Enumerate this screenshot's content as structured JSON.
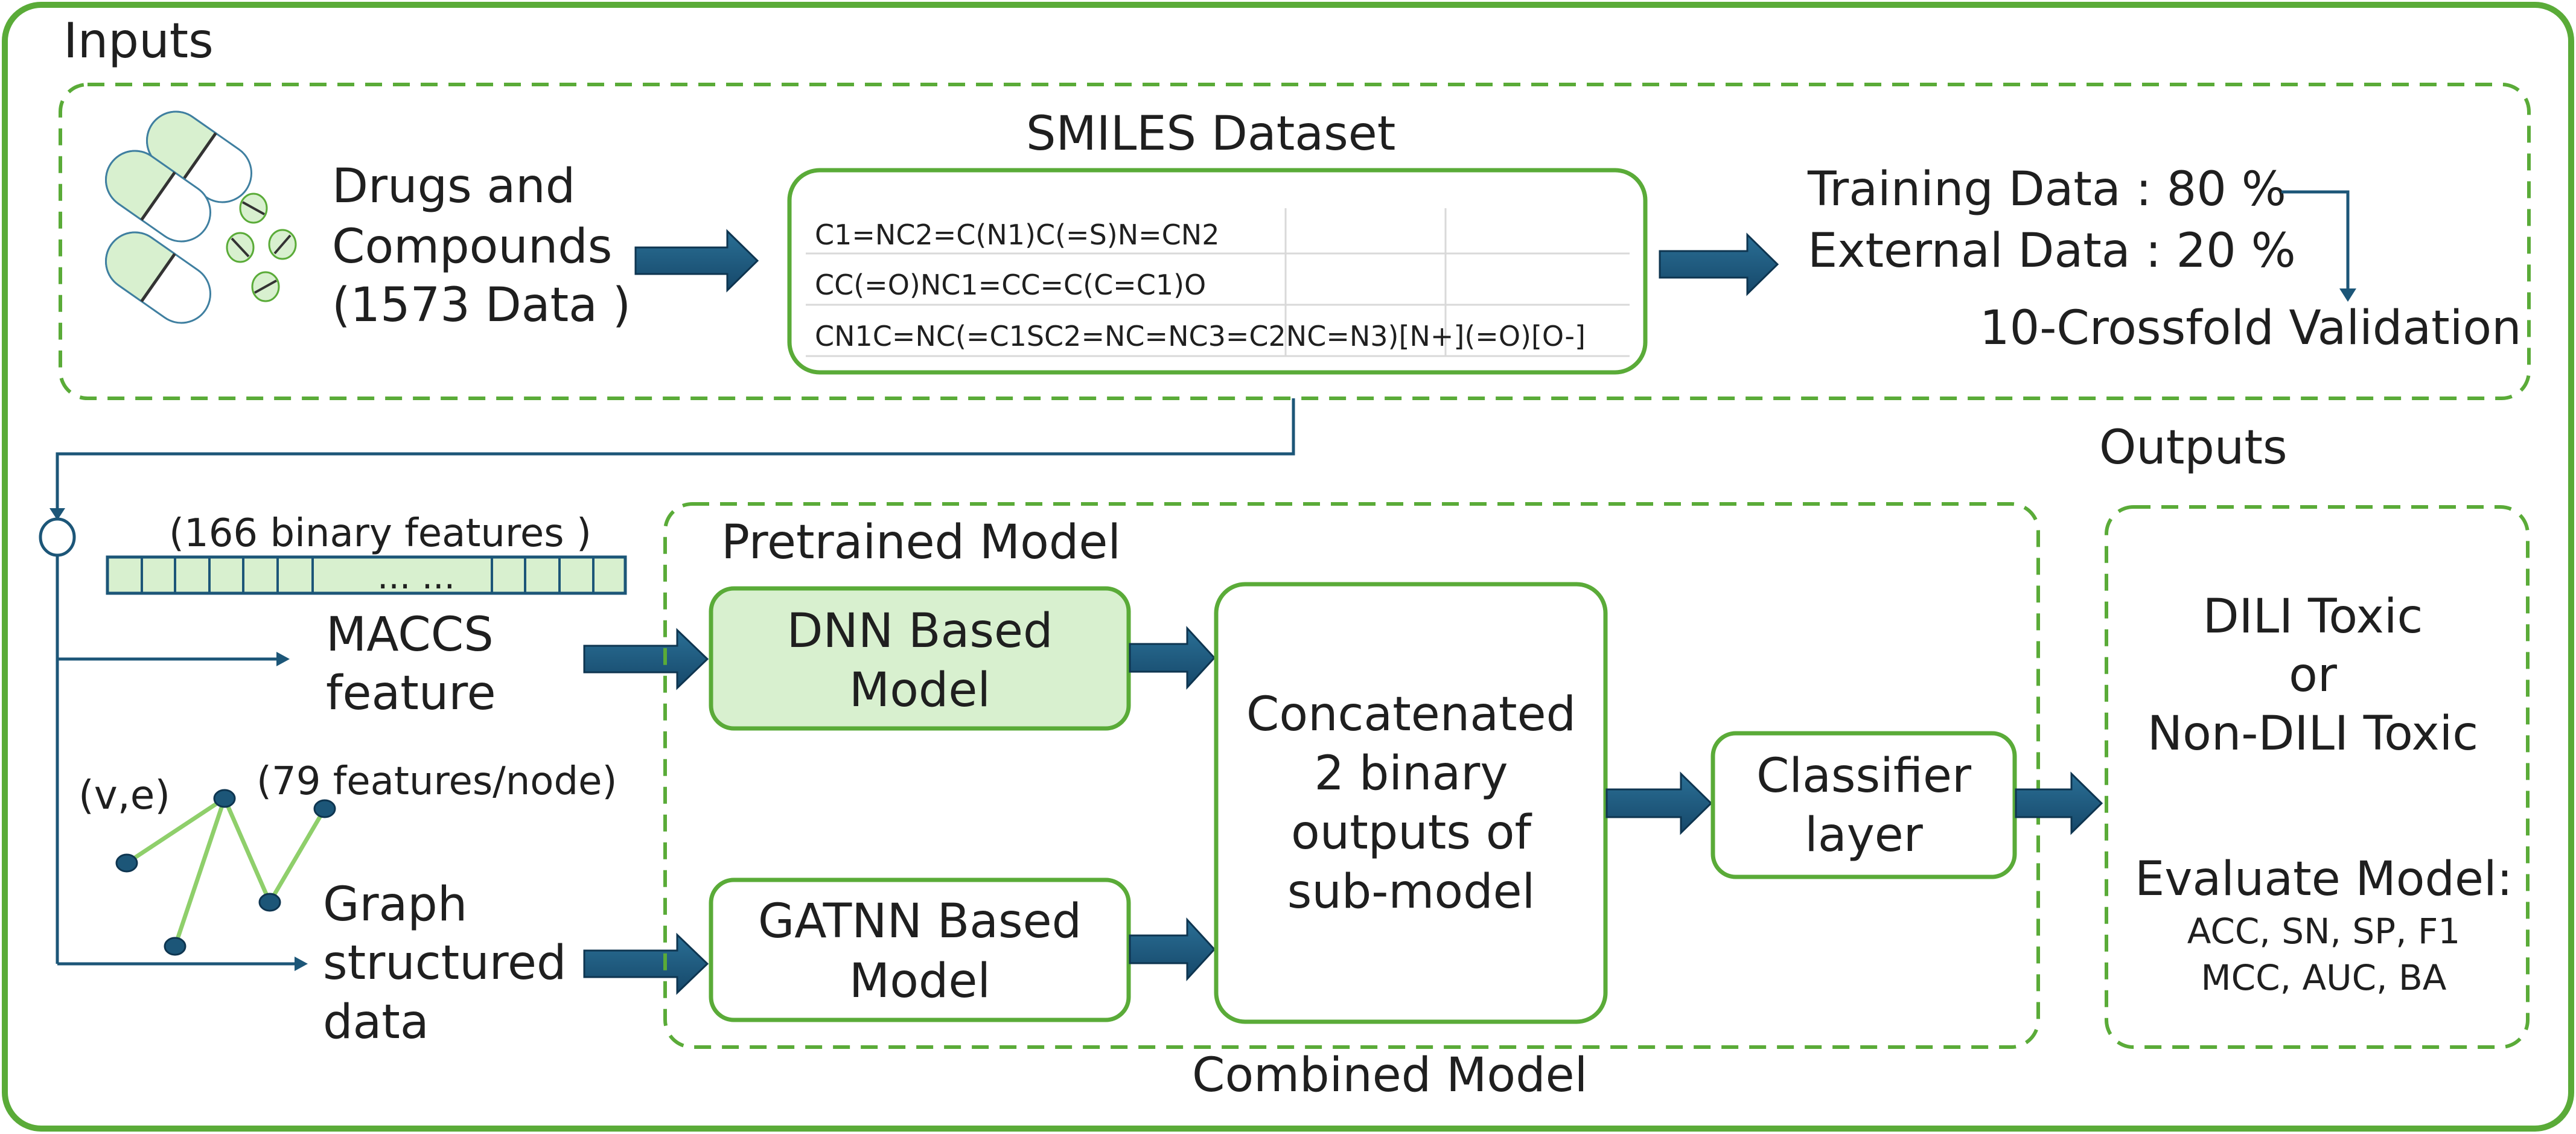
{
  "colors": {
    "green": "#5aab38",
    "light_green": "#d8f0cf",
    "navy": "#1c5678",
    "text": "#1f1f1f"
  },
  "sections": {
    "inputs": "Inputs",
    "outputs": "Outputs",
    "pretrained": "Pretrained Model",
    "combined": "Combined Model"
  },
  "inputs": {
    "drugs_line1": "Drugs and",
    "drugs_line2": "Compounds",
    "drugs_line3": "(1573 Data )",
    "smiles_title": "SMILES Dataset",
    "smiles_rows": [
      "C1=NC2=C(N1)C(=S)N=CN2",
      "CC(=O)NC1=CC=C(C=C1)O",
      "CN1C=NC(=C1SC2=NC=NC3=C2NC=N3)[N+](=O)[O-]"
    ],
    "training": "Training Data : 80 %",
    "external": "External Data : 20 %",
    "validation": "10-Crossfold Validation"
  },
  "features": {
    "binary_label": "(166 binary features )",
    "ellipsis": "... ...",
    "maccs_line1": "MACCS",
    "maccs_line2": "feature",
    "ve_label": "(v,e)",
    "node_label": "(79 features/node)",
    "graph_line1": "Graph",
    "graph_line2": "structured",
    "graph_line3": "data"
  },
  "model": {
    "dnn_line1": "DNN Based",
    "dnn_line2": "Model",
    "gatnn_line1": "GATNN Based",
    "gatnn_line2": "Model",
    "concat_lines": [
      "Concatenated",
      "2 binary",
      "outputs of",
      "sub-model"
    ],
    "classifier_line1": "Classifier",
    "classifier_line2": "layer"
  },
  "outputs": {
    "toxic": "DILI Toxic",
    "or": "or",
    "non_toxic": "Non-DILI Toxic",
    "evaluate": "Evaluate Model:",
    "metrics1": "ACC, SN, SP, F1",
    "metrics2": "MCC, AUC, BA"
  }
}
